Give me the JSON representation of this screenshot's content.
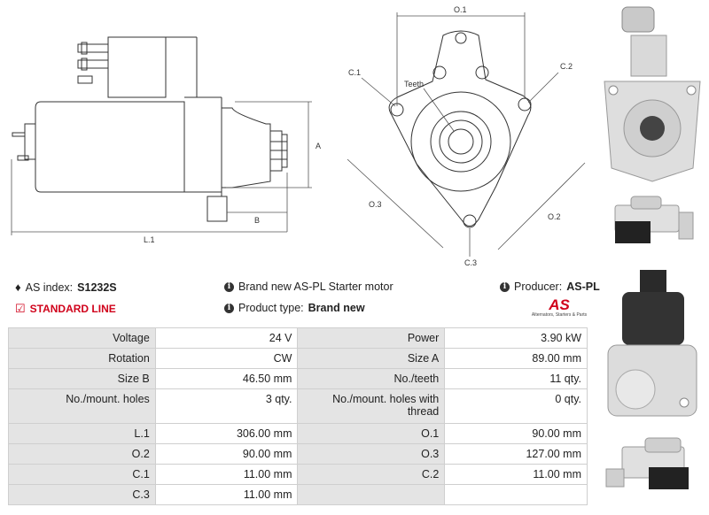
{
  "diagram": {
    "labels": {
      "A": "A",
      "B": "B",
      "L1": "L.1",
      "O1": "O.1",
      "O2": "O.2",
      "O3": "O.3",
      "C1": "C.1",
      "C2": "C.2",
      "C3": "C.3",
      "teeth": "Teeth"
    }
  },
  "info": {
    "as_index_label": "AS index:",
    "as_index_value": "S1232S",
    "standard_line": "STANDARD LINE",
    "description": "Brand new AS-PL Starter motor",
    "product_type_label": "Product type:",
    "product_type_value": "Brand new",
    "producer_label": "Producer:",
    "producer_value": "AS-PL",
    "logo_text": "AS",
    "logo_tagline": "Alternators, Starters & Parts"
  },
  "specs": [
    [
      "Voltage",
      "24 V",
      "Power",
      "3.90 kW"
    ],
    [
      "Rotation",
      "CW",
      "Size A",
      "89.00 mm"
    ],
    [
      "Size B",
      "46.50 mm",
      "No./teeth",
      "11 qty."
    ],
    [
      "No./mount. holes",
      "3 qty.",
      "No./mount. holes with thread",
      "0 qty."
    ],
    [
      "L.1",
      "306.00 mm",
      "O.1",
      "90.00 mm"
    ],
    [
      "O.2",
      "90.00 mm",
      "O.3",
      "127.00 mm"
    ],
    [
      "C.1",
      "11.00 mm",
      "C.2",
      "11.00 mm"
    ],
    [
      "C.3",
      "11.00 mm",
      "",
      ""
    ]
  ],
  "colors": {
    "accent": "#d0021b",
    "label_bg": "#e4e4e4",
    "border": "#cfcfcf"
  }
}
